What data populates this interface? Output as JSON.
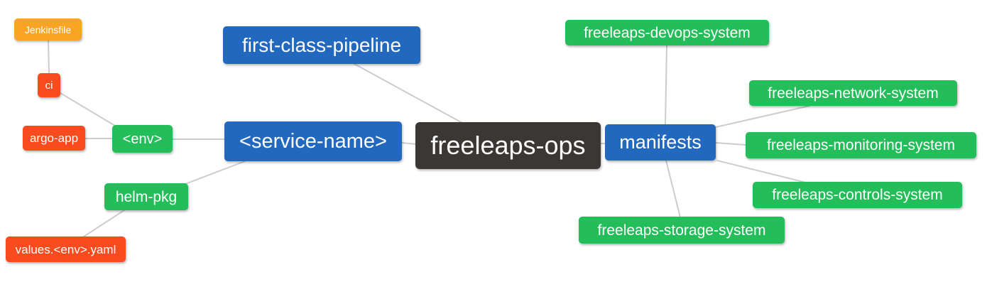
{
  "diagram": {
    "type": "mindmap",
    "background": "#FFFFFF",
    "edge_color": "#CDCDCD"
  },
  "palette": {
    "blue": "#2268BE",
    "green": "#23BE5A",
    "red": "#FA4B1E",
    "amber": "#F9A425",
    "dark": "#3B3735",
    "node_text": "#FFFFFF"
  },
  "nodes": [
    {
      "id": "jenkinsfile",
      "label": "Jenkinsfile",
      "color": "amber"
    },
    {
      "id": "ci",
      "label": "ci",
      "color": "red"
    },
    {
      "id": "argo-app",
      "label": "argo-app",
      "color": "red"
    },
    {
      "id": "env",
      "label": "<env>",
      "color": "green"
    },
    {
      "id": "helm-pkg",
      "label": "helm-pkg",
      "color": "green"
    },
    {
      "id": "values-env-yaml",
      "label": "values.<env>.yaml",
      "color": "red"
    },
    {
      "id": "first-class-pipeline",
      "label": "first-class-pipeline",
      "color": "blue"
    },
    {
      "id": "service-name",
      "label": "<service-name>",
      "color": "blue"
    },
    {
      "id": "freeleaps-ops",
      "label": "freeleaps-ops",
      "color": "dark"
    },
    {
      "id": "manifests",
      "label": "manifests",
      "color": "blue"
    },
    {
      "id": "freeleaps-devops-system",
      "label": "freeleaps-devops-system",
      "color": "green"
    },
    {
      "id": "freeleaps-network-system",
      "label": "freeleaps-network-system",
      "color": "green"
    },
    {
      "id": "freeleaps-monitoring-system",
      "label": "freeleaps-monitoring-system",
      "color": "green"
    },
    {
      "id": "freeleaps-controls-system",
      "label": "freeleaps-controls-system",
      "color": "green"
    },
    {
      "id": "freeleaps-storage-system",
      "label": "freeleaps-storage-system",
      "color": "green"
    }
  ],
  "edges": [
    {
      "from": "jenkinsfile",
      "to": "ci"
    },
    {
      "from": "ci",
      "to": "env"
    },
    {
      "from": "argo-app",
      "to": "env"
    },
    {
      "from": "env",
      "to": "service-name"
    },
    {
      "from": "service-name",
      "to": "helm-pkg"
    },
    {
      "from": "helm-pkg",
      "to": "values-env-yaml"
    },
    {
      "from": "first-class-pipeline",
      "to": "freeleaps-ops"
    },
    {
      "from": "service-name",
      "to": "freeleaps-ops"
    },
    {
      "from": "freeleaps-ops",
      "to": "manifests"
    },
    {
      "from": "manifests",
      "to": "freeleaps-devops-system"
    },
    {
      "from": "manifests",
      "to": "freeleaps-network-system"
    },
    {
      "from": "manifests",
      "to": "freeleaps-monitoring-system"
    },
    {
      "from": "manifests",
      "to": "freeleaps-controls-system"
    },
    {
      "from": "manifests",
      "to": "freeleaps-storage-system"
    }
  ]
}
